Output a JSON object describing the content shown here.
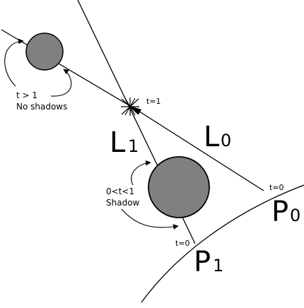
{
  "diagram": {
    "labels": {
      "L1_main": "L",
      "L1_sub": "1",
      "L0_main": "L",
      "L0_sub": "0",
      "P0_main": "P",
      "P0_sub": "0",
      "P1_main": "P",
      "P1_sub": "1",
      "t_one": "t=1",
      "t_zero_p0": "t=0",
      "t_zero_p1": "t=0",
      "range_gt1": "t > 1",
      "no_shadows": "No shadows",
      "range_mid": "0<t<1",
      "shadow": "Shadow"
    },
    "colors": {
      "sphere_fill": "#808080",
      "stroke": "#000000"
    }
  }
}
